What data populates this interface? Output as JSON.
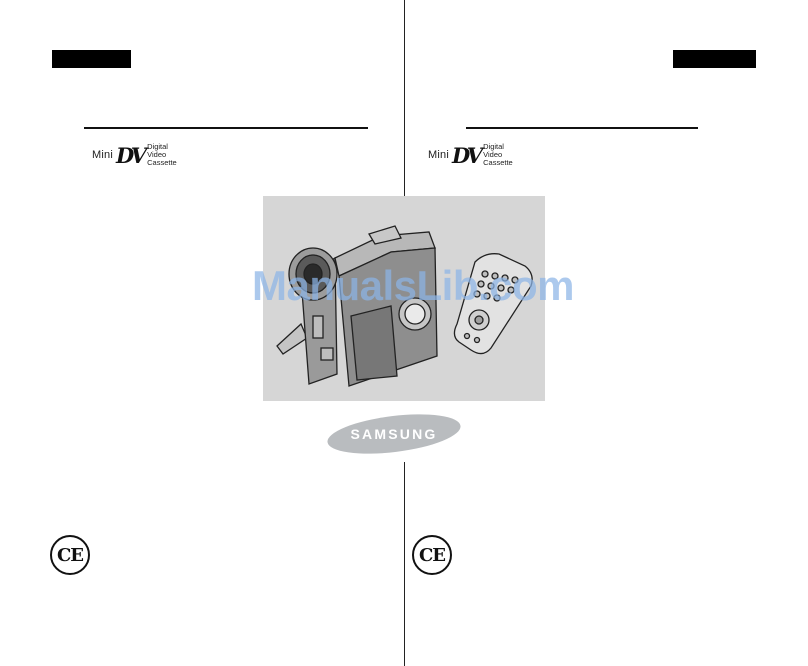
{
  "left_page": {
    "logo": {
      "mini": "Mini",
      "dv": "DV",
      "lines": [
        "Digital",
        "Video",
        "Cassette"
      ]
    }
  },
  "right_page": {
    "logo": {
      "mini": "Mini",
      "dv": "DV",
      "lines": [
        "Digital",
        "Video",
        "Cassette"
      ]
    }
  },
  "watermark": "ManualsLib.com",
  "brand": "SAMSUNG",
  "ce_mark": "CE",
  "colors": {
    "brand_oval": "#b9bcbf",
    "photo_bg": "#d6d6d6",
    "watermark": "#8cb4e6"
  }
}
